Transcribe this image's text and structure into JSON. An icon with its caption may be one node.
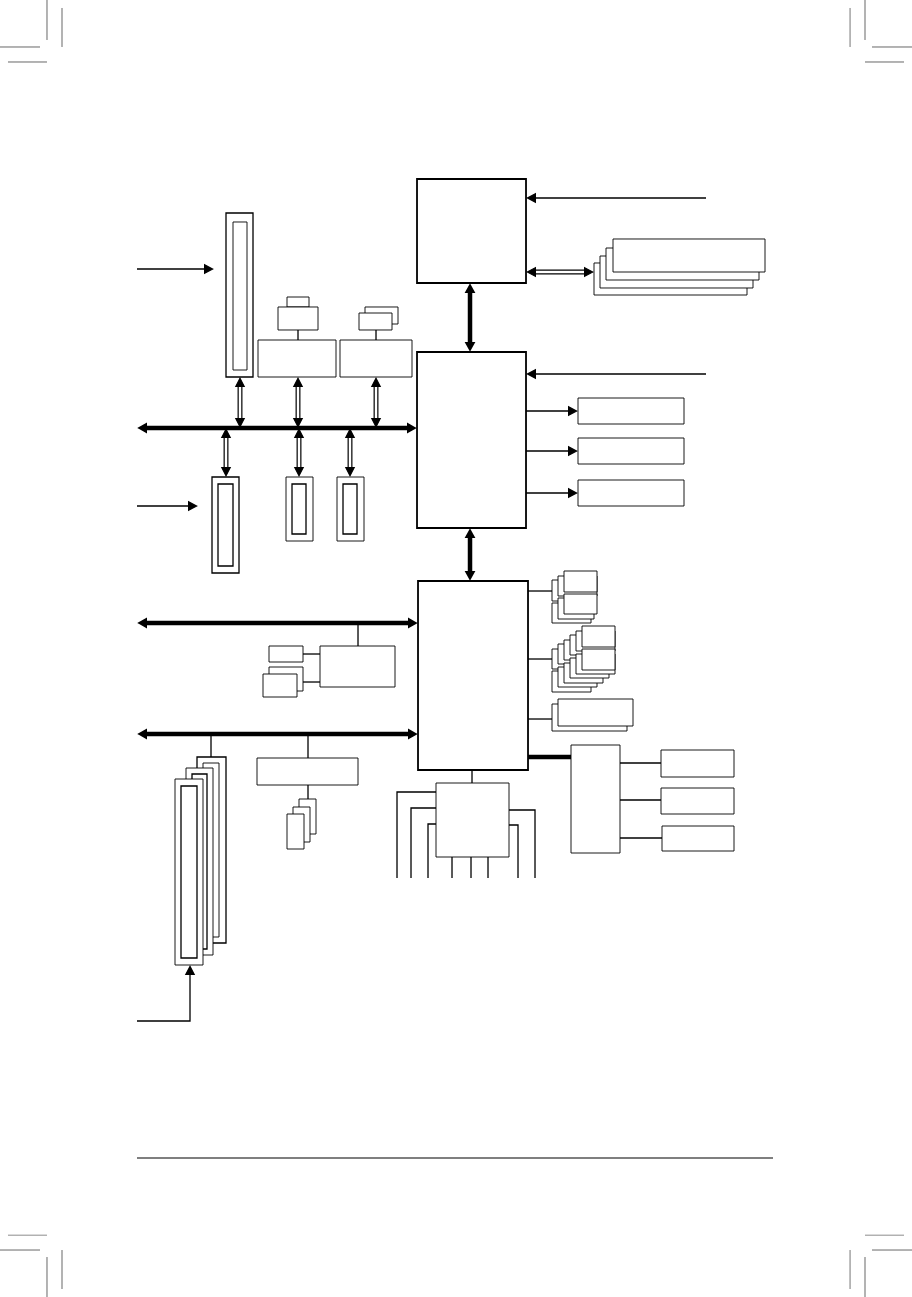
{
  "diagram": {
    "nodes": [
      {
        "text": [],
        "shape": "box"
      },
      {
        "text": [],
        "shape": "box"
      },
      {
        "text": [],
        "shape": "box"
      },
      {
        "text": [],
        "shape": "box"
      },
      {
        "text": [],
        "shape": "box"
      },
      {
        "text": [],
        "shape": "box"
      },
      {
        "text": [],
        "shape": "box"
      },
      {
        "text": [],
        "shape": "box"
      },
      {
        "text": [],
        "shape": "box"
      },
      {
        "text": [],
        "shape": "box"
      },
      {
        "text": [],
        "shape": "box"
      },
      {
        "text": [],
        "shape": "box"
      },
      {
        "text": [],
        "shape": "box"
      },
      {
        "text": [],
        "shape": "box"
      },
      {
        "text": [],
        "shape": "box"
      },
      {
        "text": [],
        "shape": "box"
      },
      {
        "text": [],
        "shape": "box"
      },
      {
        "text": [],
        "shape": "box"
      },
      {
        "text": [],
        "shape": "box"
      },
      {
        "text": [],
        "shape": "box"
      },
      {
        "text": [],
        "shape": "box"
      },
      {
        "text": [],
        "shape": "box"
      },
      {
        "text": [],
        "shape": "box"
      },
      {
        "text": [],
        "shape": "box"
      },
      {
        "text": [],
        "shape": "box"
      },
      {
        "text": [],
        "shape": "box"
      },
      {
        "text": [],
        "shape": "box"
      },
      {
        "text": [],
        "shape": "box"
      },
      {
        "text": [],
        "shape": "box"
      }
    ],
    "edges": [
      {
        "from": null,
        "to": 0,
        "arrow": "to"
      },
      {
        "from": 0,
        "to": 1,
        "arrow": "both",
        "style": "thick"
      },
      {
        "from": 0,
        "to": 2,
        "arrow": "both",
        "style": "thick"
      },
      {
        "from": null,
        "to": 2,
        "arrow": "to"
      },
      {
        "from": 2,
        "to": 11,
        "arrow": "to"
      },
      {
        "from": 2,
        "to": 12,
        "arrow": "to"
      },
      {
        "from": 2,
        "to": 13,
        "arrow": "to"
      },
      {
        "from": null,
        "to": 2,
        "arrow": "both",
        "style": "thick"
      },
      {
        "from": 3,
        "to": null,
        "arrow": "both",
        "style": "thick"
      },
      {
        "from": 4,
        "to": null,
        "arrow": "both",
        "style": "thick"
      },
      {
        "from": 6,
        "to": null,
        "arrow": "both",
        "style": "thick"
      },
      {
        "from": 8,
        "to": null,
        "arrow": "both",
        "style": "thick"
      },
      {
        "from": 9,
        "to": null,
        "arrow": "both",
        "style": "thick"
      },
      {
        "from": 10,
        "to": null,
        "arrow": "both",
        "style": "thick"
      },
      {
        "from": 5,
        "to": 4,
        "arrow": "none"
      },
      {
        "from": 7,
        "to": 6,
        "arrow": "none"
      },
      {
        "from": null,
        "to": 3,
        "arrow": "to"
      },
      {
        "from": null,
        "to": 8,
        "arrow": "to"
      },
      {
        "from": 2,
        "to": 14,
        "arrow": "both",
        "style": "thick"
      },
      {
        "from": null,
        "to": 14,
        "arrow": "both",
        "style": "thick"
      },
      {
        "from": 23,
        "to": null,
        "arrow": "none"
      },
      {
        "from": 24,
        "to": 23,
        "arrow": "none"
      },
      {
        "from": 25,
        "to": 23,
        "arrow": "none"
      },
      {
        "from": null,
        "to": 14,
        "arrow": "both",
        "style": "thick"
      },
      {
        "from": 28,
        "to": null,
        "arrow": "none"
      },
      {
        "from": 26,
        "to": null,
        "arrow": "none"
      },
      {
        "from": 27,
        "to": 26,
        "arrow": "none"
      },
      {
        "from": null,
        "to": 28,
        "arrow": "to"
      },
      {
        "from": 14,
        "to": 15,
        "arrow": "none"
      },
      {
        "from": 14,
        "to": 16,
        "arrow": "none"
      },
      {
        "from": 14,
        "to": 17,
        "arrow": "none"
      },
      {
        "from": 14,
        "to": 18,
        "arrow": "none",
        "style": "thick"
      },
      {
        "from": 18,
        "to": 19,
        "arrow": "none"
      },
      {
        "from": 18,
        "to": 20,
        "arrow": "none"
      },
      {
        "from": 18,
        "to": 21,
        "arrow": "none"
      },
      {
        "from": 14,
        "to": 22,
        "arrow": "none"
      },
      {
        "from": 22,
        "to": null,
        "arrow": "none"
      },
      {
        "from": 22,
        "to": null,
        "arrow": "none"
      },
      {
        "from": 22,
        "to": null,
        "arrow": "none"
      },
      {
        "from": 22,
        "to": null,
        "arrow": "none"
      },
      {
        "from": 22,
        "to": null,
        "arrow": "none"
      },
      {
        "from": 22,
        "to": null,
        "arrow": "none"
      },
      {
        "from": 22,
        "to": null,
        "arrow": "none"
      },
      {
        "from": 22,
        "to": null,
        "arrow": "none"
      }
    ]
  }
}
